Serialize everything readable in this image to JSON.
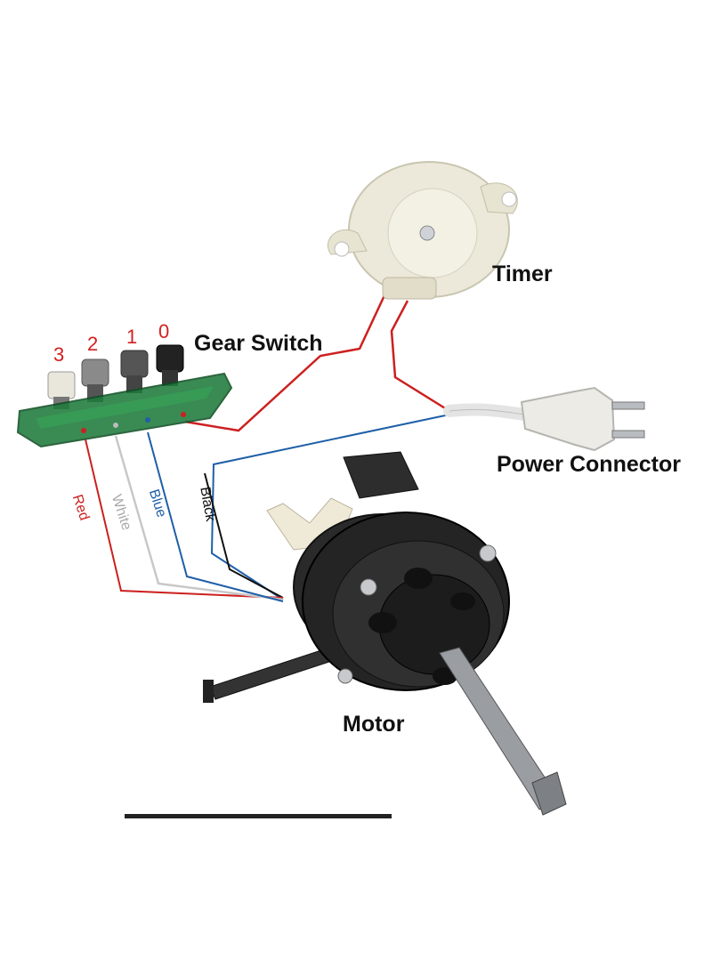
{
  "labels": {
    "timer": "Timer",
    "gear_switch": "Gear Switch",
    "power_connector": "Power Connector",
    "motor": "Motor"
  },
  "switch_buttons": [
    "3",
    "2",
    "1",
    "0"
  ],
  "wires": {
    "red": "Red",
    "white": "White",
    "blue": "Blue",
    "black": "Black"
  },
  "colors": {
    "red": "#cc2020",
    "white": "#c8c8c8",
    "blue": "#1f5fa8",
    "black": "#111111",
    "number_red": "#d32020"
  }
}
